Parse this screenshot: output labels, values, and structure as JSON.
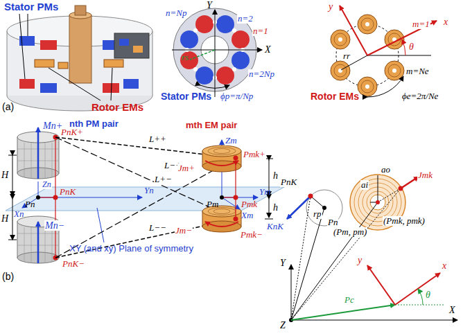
{
  "diagram": {
    "labels": [
      "Stator PMs",
      "Rotor EMs",
      "(a)",
      "Y",
      "n=Np",
      "n=2",
      "n=1",
      "n=2Np",
      "X",
      "rs",
      "Stator PMs",
      "ϕp=π/Np",
      "y",
      "x",
      "m=1",
      "θ",
      "rr",
      "m=Ne",
      "Rotor EMs",
      "ϕe=2π/Ne",
      "Mn+",
      "nth PM pair",
      "PnK+",
      "Zn",
      "H",
      "H",
      "Pn",
      "PnK",
      "Yn",
      "Xn",
      "Mn−",
      "PnK−",
      "L++",
      "L−+",
      "L+−",
      "L−−",
      "mth EM pair",
      "Jm+",
      "Zm",
      "Pmk+",
      "Pm",
      "Pmk",
      "Ym",
      "h",
      "h",
      "Xm",
      "Jm−",
      "Pmk−",
      "XY (and xy) Plane of symmetry",
      "(b)",
      "PnK",
      "KnK",
      "rp",
      "Pn",
      "ao",
      "ai",
      "(Pm, pm)",
      "Jmk",
      "(Pmk, pmk)",
      "y",
      "x",
      "θ",
      "Y",
      "X",
      "Z",
      "Pc"
    ]
  }
}
